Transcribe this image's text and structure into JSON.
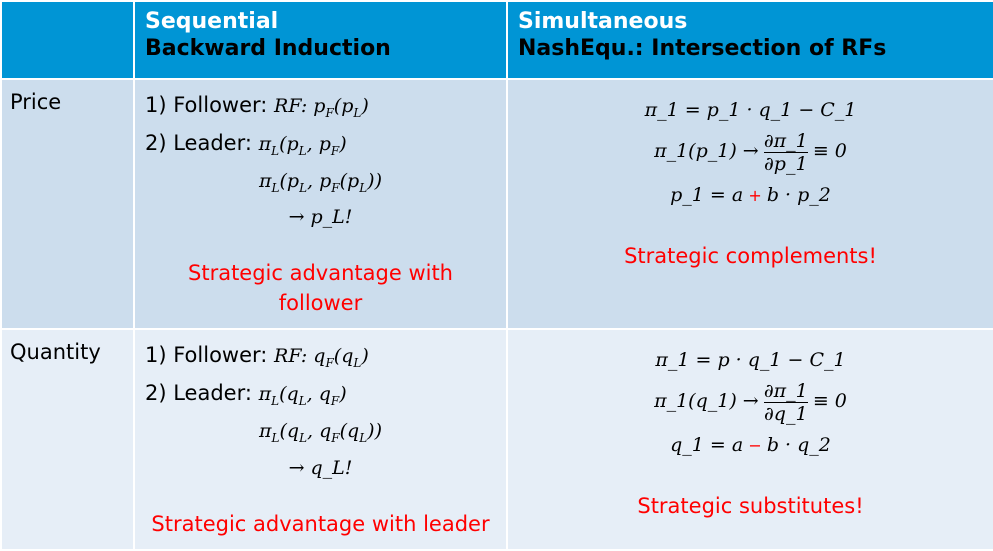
{
  "header": {
    "col1": "Sequential",
    "col1b": "Backward Induction",
    "col2": "Simultaneous",
    "col2b": "NashEqu.: Intersection of RFs"
  },
  "rows": [
    {
      "label": "Price",
      "seq": {
        "step1": "1) Follower: ",
        "step1_math": "RF: p_F(p_L)",
        "step2": "2) Leader: ",
        "step2_math": "π_L(p_L, p_F)",
        "line3": "π_L(p_L, p_F(p_L))",
        "line4": "→ p_L!",
        "advantage": "Strategic advantage with follower"
      },
      "sim": {
        "eq1": "π_1 = p_1 · q_1 − C_1",
        "eq2_left": "π_1(p_1) →",
        "eq2_num": "∂π_1",
        "eq2_den": "∂p_1",
        "eq2_right": "≡ 0",
        "eq3_a": "p_1 = a",
        "eq3_op": "+",
        "eq3_b": "b · p_2",
        "result": "Strategic complements!"
      }
    },
    {
      "label": "Quantity",
      "seq": {
        "step1": "1) Follower: ",
        "step1_math": "RF: q_F(q_L)",
        "step2": "2) Leader: ",
        "step2_math": "π_L(q_L, q_F)",
        "line3": "π_L(q_L, q_F(q_L))",
        "line4": "→ q_L!",
        "advantage": "Strategic advantage with leader"
      },
      "sim": {
        "eq1": "π_1 = p · q_1 − C_1",
        "eq2_left": "π_1(q_1) →",
        "eq2_num": "∂π_1",
        "eq2_den": "∂q_1",
        "eq2_right": "≡ 0",
        "eq3_a": "q_1 = a",
        "eq3_op": "−",
        "eq3_b": "b · q_2",
        "result": "Strategic substitutes!"
      }
    }
  ],
  "colors": {
    "header": "#0095d5",
    "row1": "#ccdded",
    "row2": "#e6eef7",
    "accent": "#ff0000"
  }
}
